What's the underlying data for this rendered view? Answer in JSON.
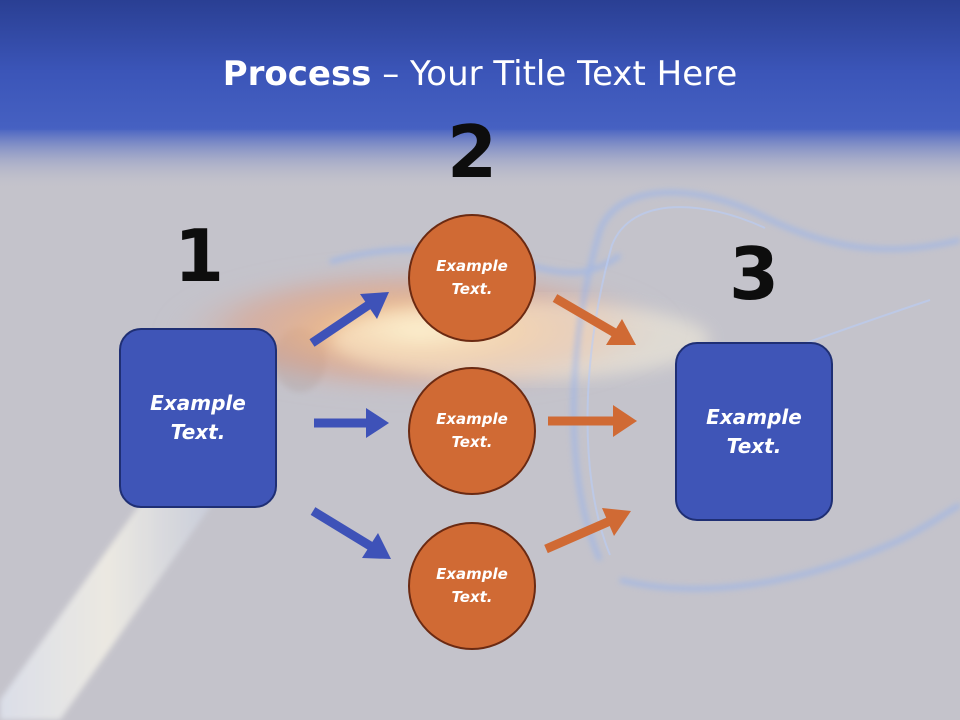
{
  "slide": {
    "title_bold": "Process",
    "title_rest": " – Your Title Text Here"
  },
  "steps": {
    "one": {
      "number": "1",
      "label": "Example\nText."
    },
    "two": {
      "number": "2",
      "circles": [
        {
          "label": "Example\nText."
        },
        {
          "label": "Example\nText."
        },
        {
          "label": "Example\nText."
        }
      ]
    },
    "three": {
      "number": "3",
      "label": "Example\nText."
    }
  },
  "colors": {
    "box_fill": "#3f55b7",
    "circle_fill": "#d06a34",
    "arrow_blue": "#3e52b8",
    "arrow_orange": "#d06a34",
    "header_blue": "#3a52b4"
  }
}
